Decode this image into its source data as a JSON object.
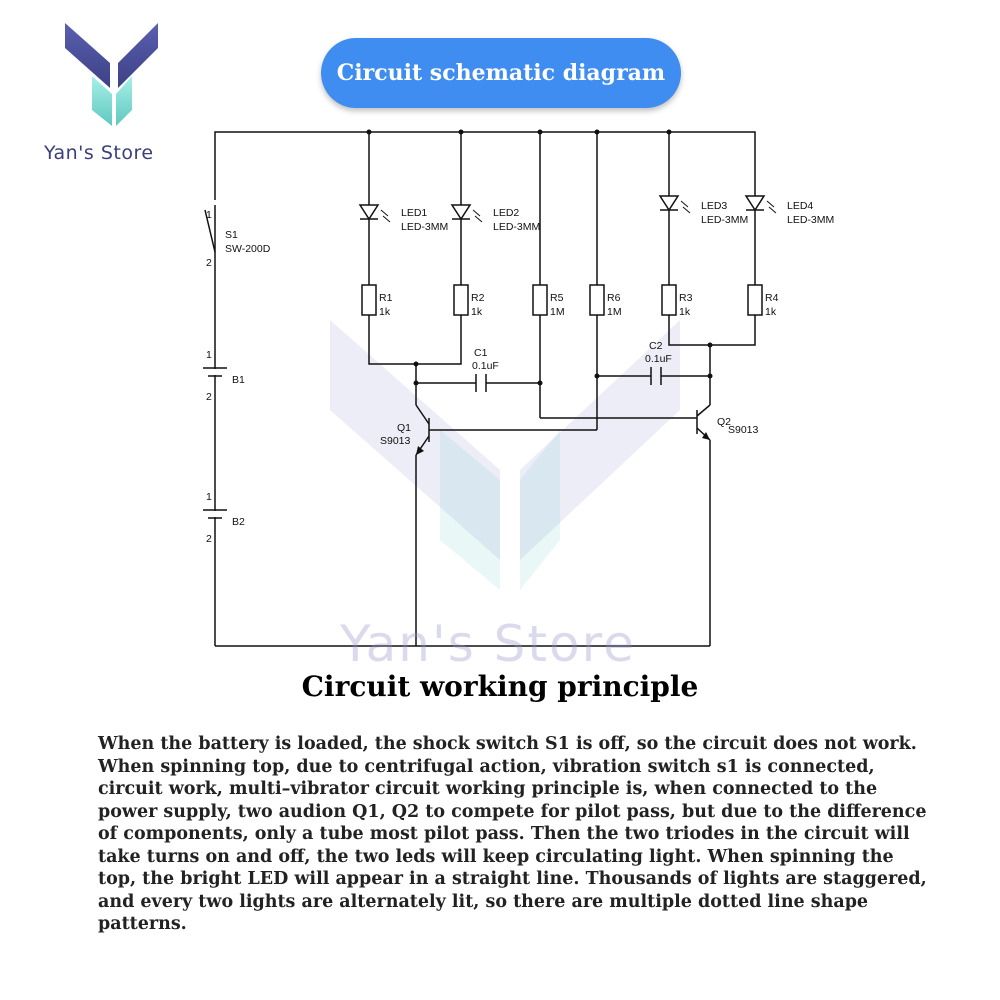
{
  "brand": {
    "logo_text": "Yan's Store",
    "watermark": "Yan's Store",
    "colors": {
      "logo_dark": "#4a4e9a",
      "logo_teal": "#7fe0d8",
      "pill": "#3f8df0"
    }
  },
  "title": "Circuit schematic diagram",
  "schematic": {
    "switch": {
      "ref": "S1",
      "part": "SW-200D"
    },
    "batteries": [
      {
        "ref": "B1"
      },
      {
        "ref": "B2"
      }
    ],
    "pin_1": "1",
    "pin_2": "2",
    "leds": [
      {
        "ref": "LED1",
        "part": "LED-3MM"
      },
      {
        "ref": "LED2",
        "part": "LED-3MM"
      },
      {
        "ref": "LED3",
        "part": "LED-3MM"
      },
      {
        "ref": "LED4",
        "part": "LED-3MM"
      }
    ],
    "resistors": [
      {
        "ref": "R1",
        "value": "1k"
      },
      {
        "ref": "R2",
        "value": "1k"
      },
      {
        "ref": "R5",
        "value": "1M"
      },
      {
        "ref": "R6",
        "value": "1M"
      },
      {
        "ref": "R3",
        "value": "1k"
      },
      {
        "ref": "R4",
        "value": "1k"
      }
    ],
    "capacitors": [
      {
        "ref": "C1",
        "value": "0.1uF"
      },
      {
        "ref": "C2",
        "value": "0.1uF"
      }
    ],
    "transistors": [
      {
        "ref": "Q1",
        "part": "S9013"
      },
      {
        "ref": "Q2",
        "part": "S9013"
      }
    ]
  },
  "section_title": "Circuit working principle",
  "description": "When the battery is loaded, the shock switch S1 is off, so the circuit does not work. When spinning top, due to centrifugal action, vibration switch s1 is connected, circuit work, multi–vibrator circuit working principle is, when connected to the power supply, two audion Q1, Q2 to compete for pilot pass, but due to the difference of components, only a tube most pilot pass. Then the two triodes in the circuit will take turns on and off, the two leds will keep circulating light. When spinning the top, the bright LED will appear in a straight line. Thousands of lights are staggered, and every two lights are alternately lit, so there are multiple dotted line shape patterns."
}
